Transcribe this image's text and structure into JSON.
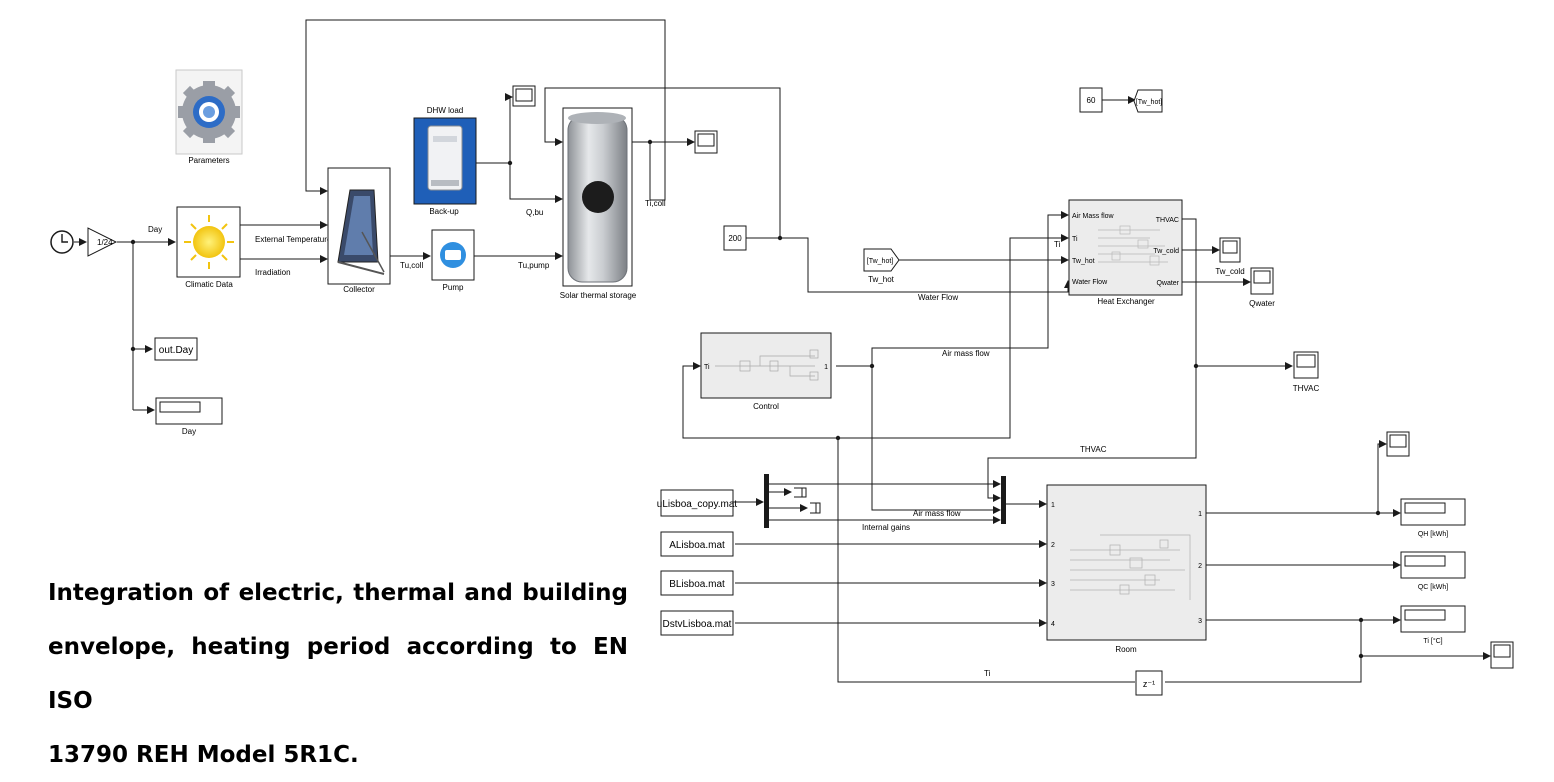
{
  "blocks": {
    "parameters": "Parameters",
    "climatic_data": "Climatic Data",
    "gain": "1/24",
    "out_day": "out.Day",
    "day_display": "Day",
    "collector": "Collector",
    "dhw_load": "DHW load",
    "backup": "Back-up",
    "pump": "Pump",
    "storage": "Solar thermal storage",
    "const_200": "200",
    "const_60": "60",
    "goto_tw_hot": "[Tw_hot]",
    "from_tw_hot": "[Tw_hot]",
    "from_tw_hot_label": "Tw_hot",
    "heat_exchanger": "Heat Exchanger",
    "control": "Control",
    "room": "Room",
    "delay": "z⁻¹",
    "u_file": "uLisboa_copy.mat",
    "a_file": "ALisboa.mat",
    "b_file": "BLisboa.mat",
    "d_file": "DstvLisboa.mat",
    "scope_tw_cold": "Tw_cold",
    "scope_qwater": "Qwater",
    "scope_thvac": "THVAC",
    "disp_qh": "QH [kWh]",
    "disp_qc": "QC [kWh]",
    "disp_ti": "Ti [°C]"
  },
  "ports": {
    "he_in": [
      "Air Mass flow",
      "Ti",
      "Tw_hot",
      "Water Flow"
    ],
    "he_out": [
      "THVAC",
      "Tw_cold",
      "Qwater"
    ],
    "room_in": [
      "1",
      "2",
      "3",
      "4"
    ],
    "room_out": [
      "1",
      "2",
      "3"
    ],
    "control_in": "Ti",
    "control_out": "1"
  },
  "signals": {
    "day": "Day",
    "ext_temp": "External Temperature",
    "irradiation": "Irradiation",
    "tu_coll": "Tu,coll",
    "tu_pump": "Tu,pump",
    "q_bu": "Q,bu",
    "ti_coll": "Ti,coll",
    "ti": "Ti",
    "water_flow": "Water Flow",
    "air_mass_flow": "Air mass flow",
    "air_mass_flow2": "Air mass flow",
    "internal_gains": "Internal gains",
    "thvac": "THVAC",
    "ti_bottom": "Ti"
  },
  "caption": [
    "Integration of electric, thermal and building",
    "envelope, heating period according to EN ISO",
    "13790 REH Model 5R1C."
  ],
  "colors": {
    "line": "#1a1a1a",
    "block_fill": "#ffffff",
    "subsystem_fill": "#ececec",
    "dhw_blue": "#1f5fb8",
    "pump_blue": "#2f8fe0",
    "sun_yellow": "#f7d21c",
    "gear_grey": "#9a9ea6",
    "gear_blue": "#2d6cc6"
  }
}
